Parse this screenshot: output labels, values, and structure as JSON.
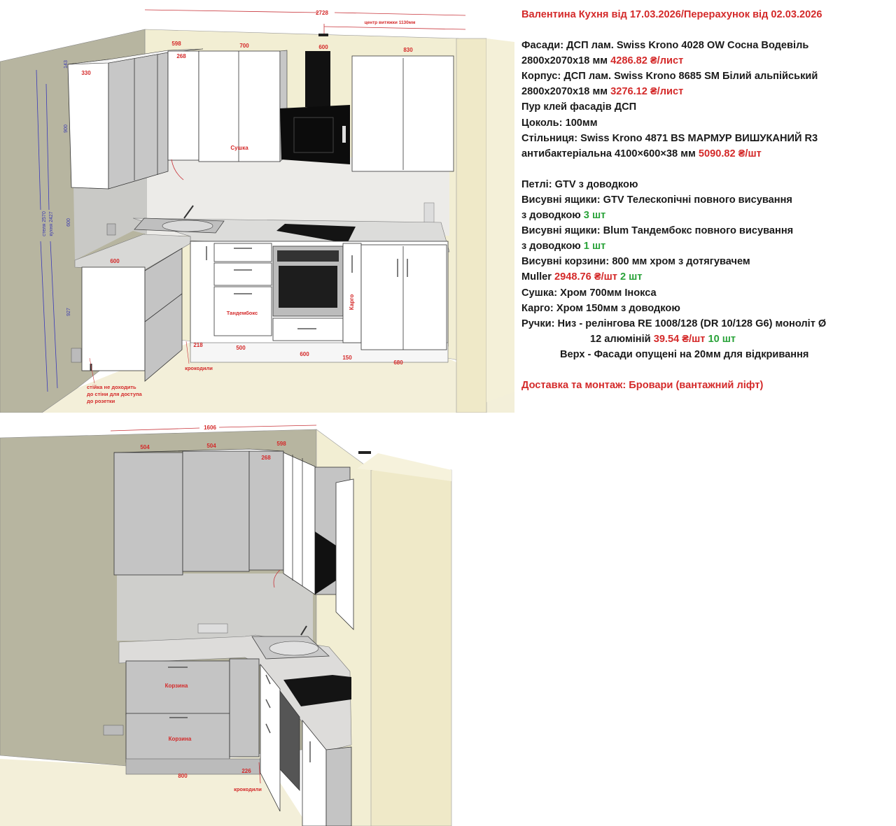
{
  "colors": {
    "red": "#d42a2a",
    "green": "#2aa33a",
    "wall_left": "#b7b5a0",
    "wall_back": "#f2eed3",
    "floor": "#f3efd9",
    "cabinet_grey": "#c4c4c4"
  },
  "specs": {
    "title": "Валентина Кухня від 17.03.2026/Перерахунок від 02.03.2026",
    "group1": [
      [
        {
          "t": "Фасади: ДСП лам. Swiss Krono 4028 OW Сосна Водевіль"
        }
      ],
      [
        {
          "t": "2800x2070x18 мм "
        },
        {
          "t": "4286.82 ₴/лист",
          "c": "red"
        }
      ],
      [
        {
          "t": "Корпус: ДСП лам. Swiss Krono 8685 SM Білий альпійський"
        }
      ],
      [
        {
          "t": "2800x2070x18 мм "
        },
        {
          "t": "3276.12 ₴/лист",
          "c": "red"
        }
      ],
      [
        {
          "t": "Пур клей фасадів ДСП"
        }
      ],
      [
        {
          "t": "Цоколь: 100мм"
        }
      ],
      [
        {
          "t": "Стільниця: Swiss Krono 4871 BS МАРМУР ВИШУКАНИЙ R3"
        }
      ],
      [
        {
          "t": "антибактеріальна 4100×600×38 мм "
        },
        {
          "t": "5090.82 ₴/шт",
          "c": "red"
        }
      ]
    ],
    "group2": [
      [
        {
          "t": "Петлі: GTV з доводкою"
        }
      ],
      [
        {
          "t": "Висувні ящики: GTV Телескопічні повного висування"
        }
      ],
      [
        {
          "t": "з доводкою "
        },
        {
          "t": "3 шт",
          "c": "green"
        }
      ],
      [
        {
          "t": "Висувні ящики: Blum Тандембокс повного висування"
        }
      ],
      [
        {
          "t": "з доводкою "
        },
        {
          "t": "1 шт",
          "c": "green"
        }
      ],
      [
        {
          "t": "Висувні корзини: 800 мм хром з дотягувачем"
        }
      ],
      [
        {
          "t": "Muller "
        },
        {
          "t": "2948.76 ₴/шт",
          "c": "red"
        },
        {
          "t": " "
        },
        {
          "t": "2 шт",
          "c": "green"
        }
      ],
      [
        {
          "t": "Сушка: Хром 700мм Інокса"
        }
      ],
      [
        {
          "t": "Карго: Хром 150мм з доводкою"
        }
      ],
      [
        {
          "t": "Ручки: Низ - релінгова RE 1008/128 (DR 10/128 G6) моноліт Ø"
        }
      ],
      [
        {
          "t": "12 алюміній "
        },
        {
          "t": "39.54 ₴/шт",
          "c": "red"
        },
        {
          "t": " "
        },
        {
          "t": "10 шт",
          "c": "green"
        }
      ],
      [
        {
          "t": "Верх - Фасади опущені на 20мм для відкривання"
        }
      ]
    ],
    "indents": {
      "10": "ind1",
      "11": "ind2"
    },
    "delivery": "Доставка та монтаж: Бровари (вантажний ліфт)"
  },
  "top_scene": {
    "total_width": "2728",
    "hood_center": "центр витяжки 1130мм",
    "upper": {
      "w598": "598",
      "w700": "700",
      "w600": "600",
      "w830": "830",
      "w268": "268",
      "w330": "330",
      "h143": "143",
      "h900": "900",
      "h600": "600",
      "h927": "927"
    },
    "ceiling": "стеля 2570",
    "kitchen_height": "кухня 2427",
    "sushka": "Сушка",
    "tandembox": "Тандембокс",
    "cargo": "Карго",
    "counter600": "600",
    "base": {
      "b218": "218",
      "b500": "500",
      "b600": "600",
      "b150": "150",
      "b680": "680"
    },
    "crocodiles": "крокодили",
    "note": [
      "стійка не доходить",
      "до стіни для доступа",
      "до розетки"
    ]
  },
  "bottom_scene": {
    "total_width": "1606",
    "upper": {
      "w504a": "504",
      "w504b": "504",
      "w598": "598",
      "w268": "268"
    },
    "basket1": "Корзина",
    "basket2": "Корзина",
    "b800": "800",
    "b226": "226",
    "crocodiles": "крокодили"
  }
}
